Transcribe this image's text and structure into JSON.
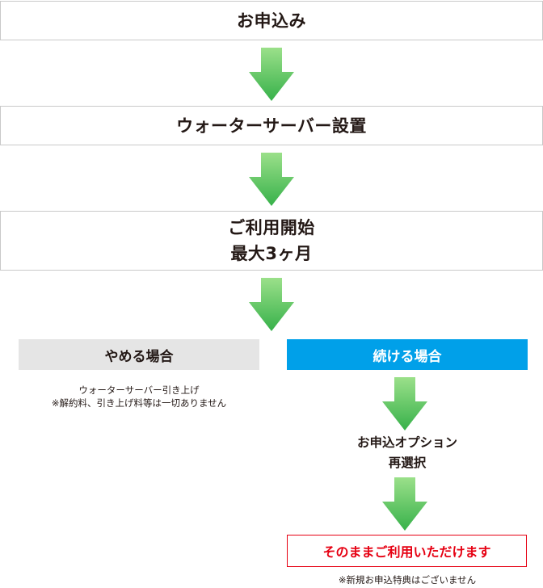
{
  "steps": {
    "apply": "お申込み",
    "install": "ウォーターサーバー設置",
    "start_line1": "ご利用開始",
    "start_line2": "最大3ヶ月"
  },
  "branches": {
    "quit": {
      "label": "やめる場合",
      "note_line1": "ウォーターサーバー引き上げ",
      "note_line2": "※解約料、引き上げ料等は一切ありません"
    },
    "continue": {
      "label": "続ける場合",
      "next_line1": "お申込オプション",
      "next_line2": "再選択",
      "result": "そのままご利用いただけます",
      "footnote": "※新規お申込特典はございません"
    }
  },
  "colors": {
    "arrow_green_top": "#8fd97f",
    "arrow_green_bottom": "#3cb34a",
    "quit_bg": "#e5e5e5",
    "continue_bg": "#00a0e9",
    "result_red": "#e60012",
    "box_border": "#c9c9c9"
  },
  "icons": {
    "flow_arrow": "down-arrow-icon"
  }
}
